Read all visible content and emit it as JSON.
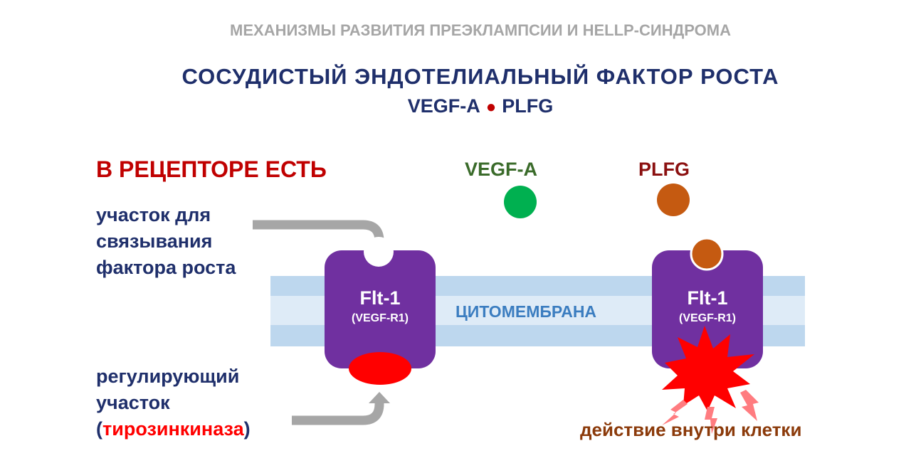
{
  "header": {
    "supertitle": "МЕХАНИЗМЫ РАЗВИТИЯ ПРЕЭКЛАМПСИИ И HELLP-СИНДРОМА",
    "title": "СОСУДИСТЫЙ ЭНДОТЕЛИАЛЬНЫЙ ФАКТОР РОСТА",
    "subtitle_left": "VEGF-A",
    "subtitle_dot": "●",
    "subtitle_right": "PLFG"
  },
  "left_panel": {
    "heading": "В РЕЦЕПТОРЕ ЕСТЬ",
    "binding_site": [
      "участок для",
      "связывания",
      "фактора роста"
    ],
    "regulatory_site": [
      "регулирующий",
      "участок"
    ],
    "tyrosine_open": "(",
    "tyrosine_kinase": "тирозинкиназа",
    "tyrosine_close": ")"
  },
  "ligands": {
    "vegf_label": "VEGF-A",
    "plfg_label": "PLFG"
  },
  "membrane": {
    "label": "ЦИТОМЕМБРАНА"
  },
  "receptors": [
    {
      "name": "Flt-1",
      "sub": "(VEGF-R1)"
    },
    {
      "name": "Flt-1",
      "sub": "(VEGF-R1)"
    }
  ],
  "action": {
    "label": "действие внутри клетки"
  },
  "colors": {
    "receptor": "#7030a0",
    "membrane_outer": "#bdd7ee",
    "membrane_inner": "#deebf7",
    "vegf": "#00b050",
    "plfg": "#c55a11",
    "tyrosine_kinase": "#ff0000",
    "arrow": "#a6a6a6"
  }
}
